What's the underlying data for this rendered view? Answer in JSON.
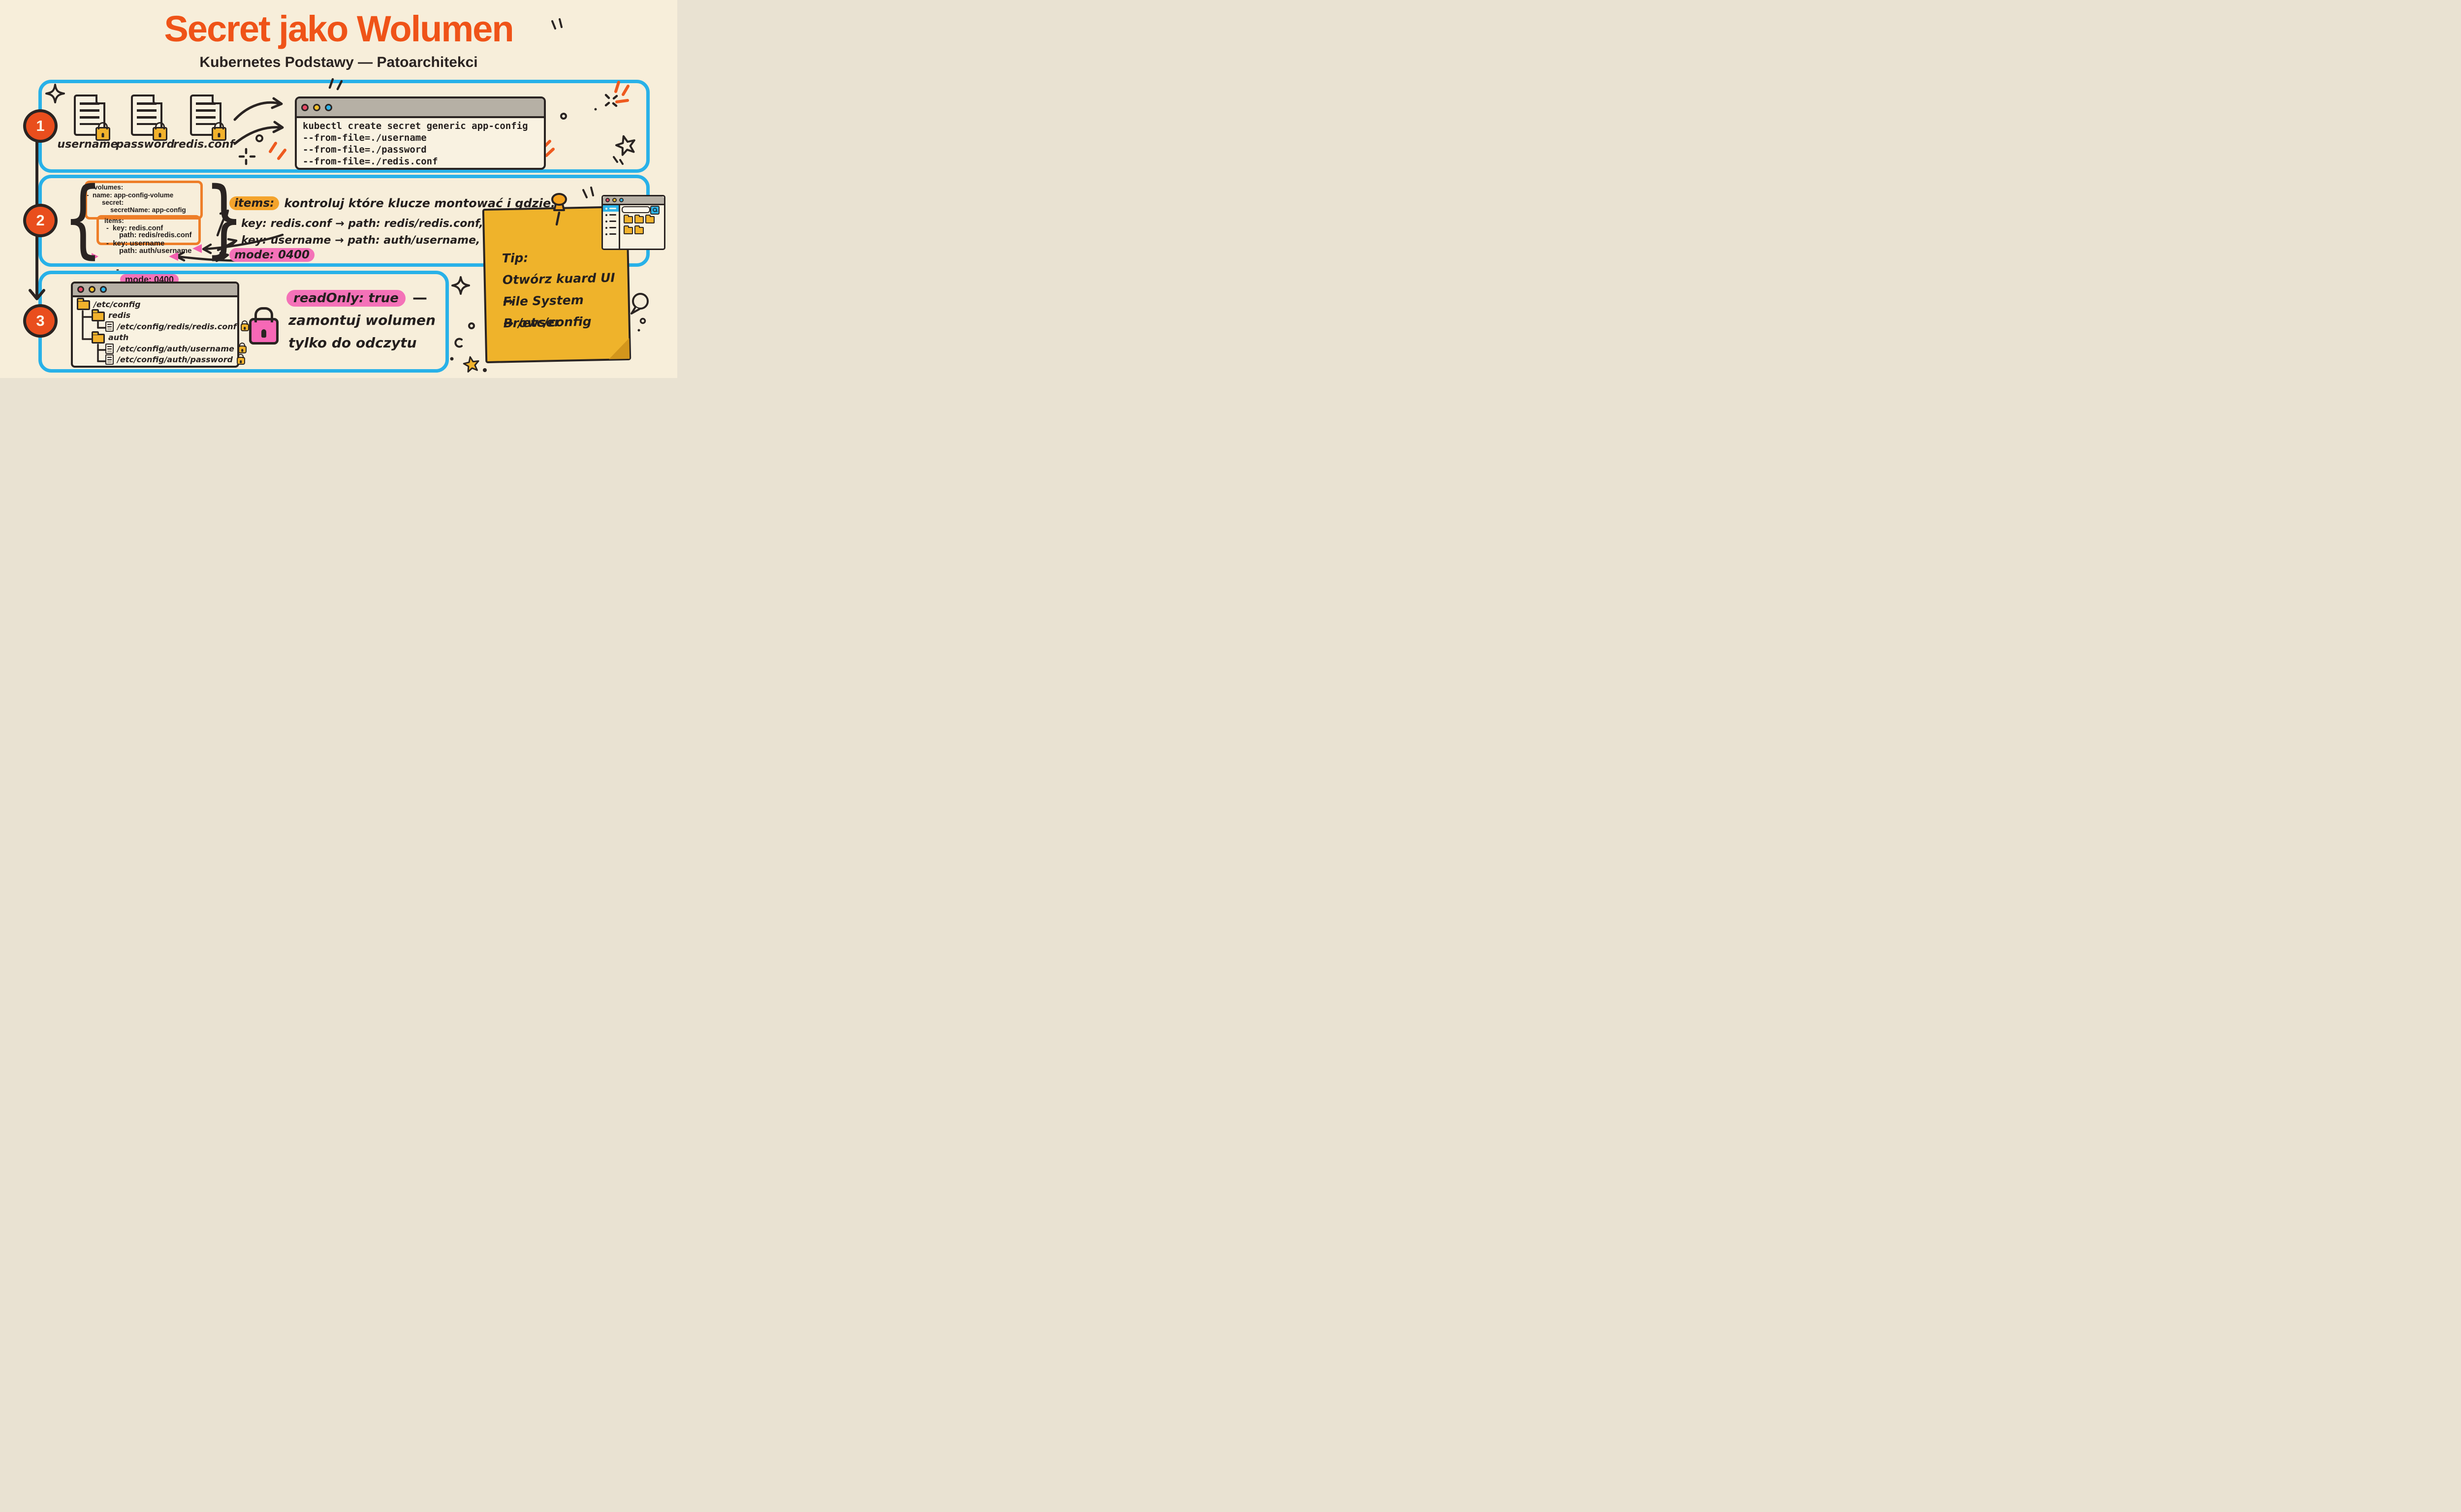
{
  "palette": {
    "background": "#f7eeda",
    "accent_blue": "#28b1e8",
    "accent_orange": "#ef5318",
    "amber": "#f2b22c",
    "pink": "#f472b8",
    "ink": "#2a2422",
    "titlebar_gray": "#b6b0a5"
  },
  "header": {
    "title": "Secret jako Wolumen",
    "subtitle": "Kubernetes Podstawy — Patoarchitekci"
  },
  "steps": [
    "1",
    "2",
    "3"
  ],
  "section1": {
    "files": [
      {
        "label": "username"
      },
      {
        "label": "password"
      },
      {
        "label": "redis.conf"
      }
    ],
    "terminal": {
      "lines": [
        "kubectl create secret generic app-config",
        "--from-file=./username",
        "--from-file=./password",
        "--from-file=./redis.conf"
      ]
    }
  },
  "section2": {
    "brace_left": "{",
    "brace_right": "}",
    "yaml": [
      "volumes:",
      "-  name: app-config-volume",
      "secret:",
      "secretName: app-config",
      "items:",
      "-  key: redis.conf",
      "path: redis/redis.conf",
      "-  key: username",
      "path: auth/username"
    ],
    "yaml_mode_dash": "-",
    "yaml_mode": "mode: 0400",
    "callout": {
      "items_label": "items:",
      "items_text": "kontroluj które klucze montować i gdzie:",
      "map1": "key: redis.conf → path: redis/redis.conf,",
      "map2": "key: username → path: auth/username,",
      "mode_label": "mode: 0400"
    },
    "note": {
      "title": "Tip:",
      "lines": [
        "Otwórz kuard UI →",
        "File System Browser",
        "→ /etc/config"
      ]
    }
  },
  "section3": {
    "tree": [
      {
        "label": "/etc/config"
      },
      {
        "label": "redis"
      },
      {
        "label": "/etc/config/redis/redis.conf"
      },
      {
        "label": "auth"
      },
      {
        "label": "/etc/config/auth/username"
      },
      {
        "label": "/etc/config/auth/password"
      }
    ],
    "readonly": {
      "highlight": "readOnly: true",
      "dash": "—",
      "line2": "zamontuj wolumen",
      "line3": "tylko do odczytu"
    }
  }
}
